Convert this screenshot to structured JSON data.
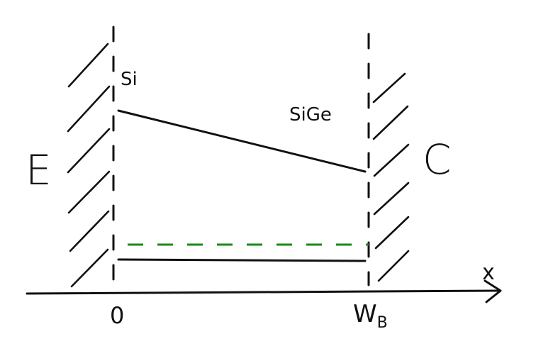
{
  "labels": {
    "emitter": "E",
    "collector": "C",
    "region_left": "Si",
    "region_middle": "SiGe",
    "x_origin": "0",
    "x_end": "W",
    "x_end_subscript": "B",
    "x_axis": "x"
  },
  "colors": {
    "ink": "#111111",
    "dashed_level": "#1a8a1a",
    "background": "#ffffff"
  }
}
